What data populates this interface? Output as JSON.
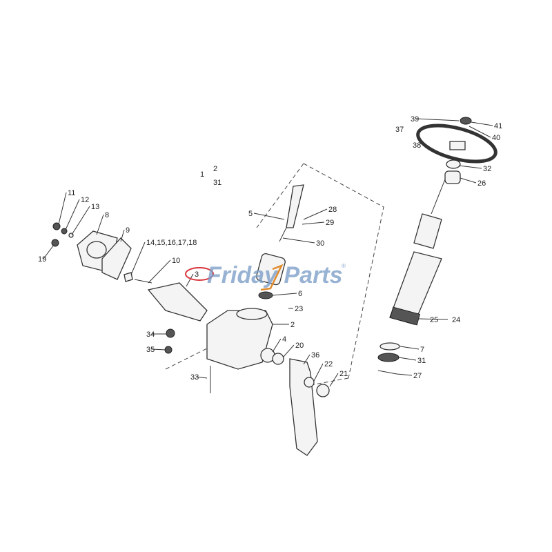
{
  "diagram": {
    "callouts": [
      "11",
      "12",
      "13",
      "8",
      "9",
      "14,15,16,17,18",
      "10",
      "19",
      "3",
      "1",
      "2",
      "31",
      "5",
      "28",
      "29",
      "30",
      "6",
      "23",
      "2",
      "4",
      "20",
      "36",
      "22",
      "21",
      "34",
      "35",
      "33",
      "39",
      "41",
      "40",
      "37",
      "38",
      "32",
      "26",
      "25",
      "24",
      "7",
      "31",
      "27"
    ],
    "highlighted_callout": "3",
    "highlight_color": "#d9343a"
  },
  "watermark": {
    "text": "Friday Parts",
    "mark": "®",
    "color": "#7e9fc9",
    "accent_color": "#e08a2a"
  }
}
